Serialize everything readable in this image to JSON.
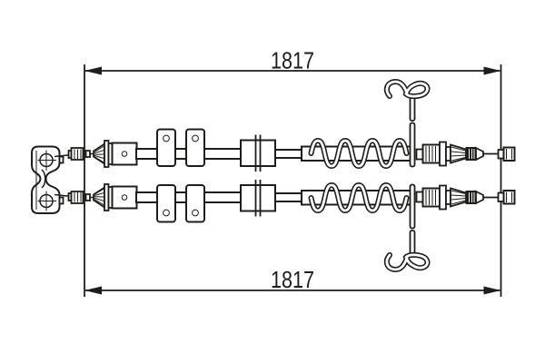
{
  "diagram": {
    "kind": "technical-drawing",
    "subject": "parking-brake-cable-assembly",
    "background_color": "#ffffff",
    "line_color": "#1d1d1b",
    "dimension_top": {
      "label": "1817"
    },
    "dimension_bottom": {
      "label": "1817"
    },
    "component_names": [
      "equalizer-yoke",
      "cable-adjuster",
      "conduit-tube",
      "mounting-bracket",
      "grommet",
      "protection-spring",
      "support-rod-hook",
      "cable-end-fitting"
    ]
  }
}
